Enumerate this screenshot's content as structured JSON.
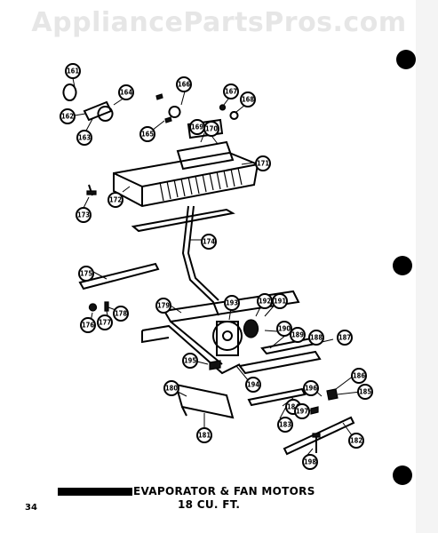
{
  "watermark": "AppliancePartsPros.com",
  "title": {
    "line1": "EVAPORATOR & FAN MOTORS",
    "line2": "18 CU. FT."
  },
  "page_number": "34",
  "callouts": [
    "161",
    "162",
    "163",
    "164",
    "165",
    "166",
    "167",
    "168",
    "169",
    "170",
    "171",
    "172",
    "173",
    "174",
    "175",
    "176",
    "177",
    "178",
    "179",
    "180",
    "181",
    "182",
    "183",
    "184",
    "185",
    "186",
    "187",
    "188",
    "189",
    "190",
    "191",
    "192",
    "193",
    "194",
    "195",
    "196",
    "197",
    "198"
  ]
}
